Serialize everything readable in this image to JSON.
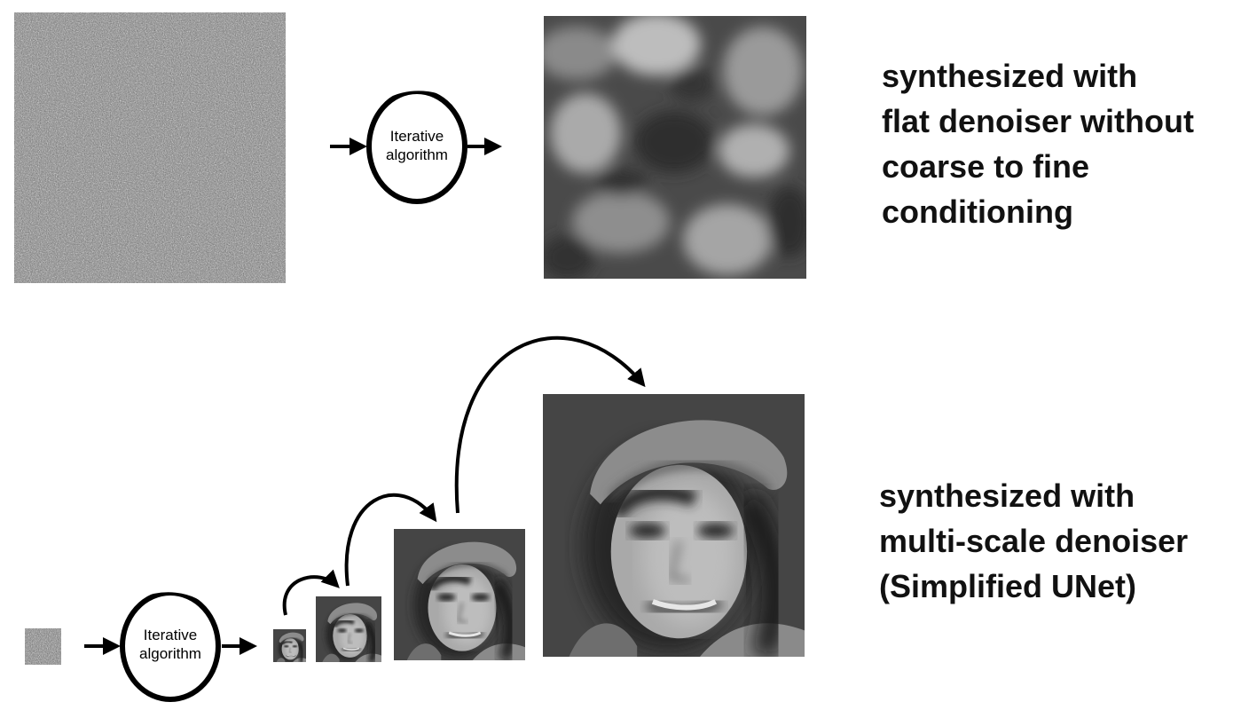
{
  "top_row": {
    "input_image": "gaussian-noise-image",
    "process_label": "Iterative\nalgorithm",
    "output_image": "blurry-texture-image",
    "caption": "synthesized with\nflat denoiser without\ncoarse to fine\nconditioning"
  },
  "bottom_row": {
    "input_image": "small-noise-image",
    "process_label": "Iterative\nalgorithm",
    "scale_images": [
      "face-scale-1",
      "face-scale-2",
      "face-scale-3",
      "face-scale-4"
    ],
    "caption": "synthesized with\nmulti-scale denoiser\n(Simplified UNet)"
  },
  "colors": {
    "arrow": "#000000",
    "caption_text": "#111111",
    "background": "#ffffff"
  }
}
